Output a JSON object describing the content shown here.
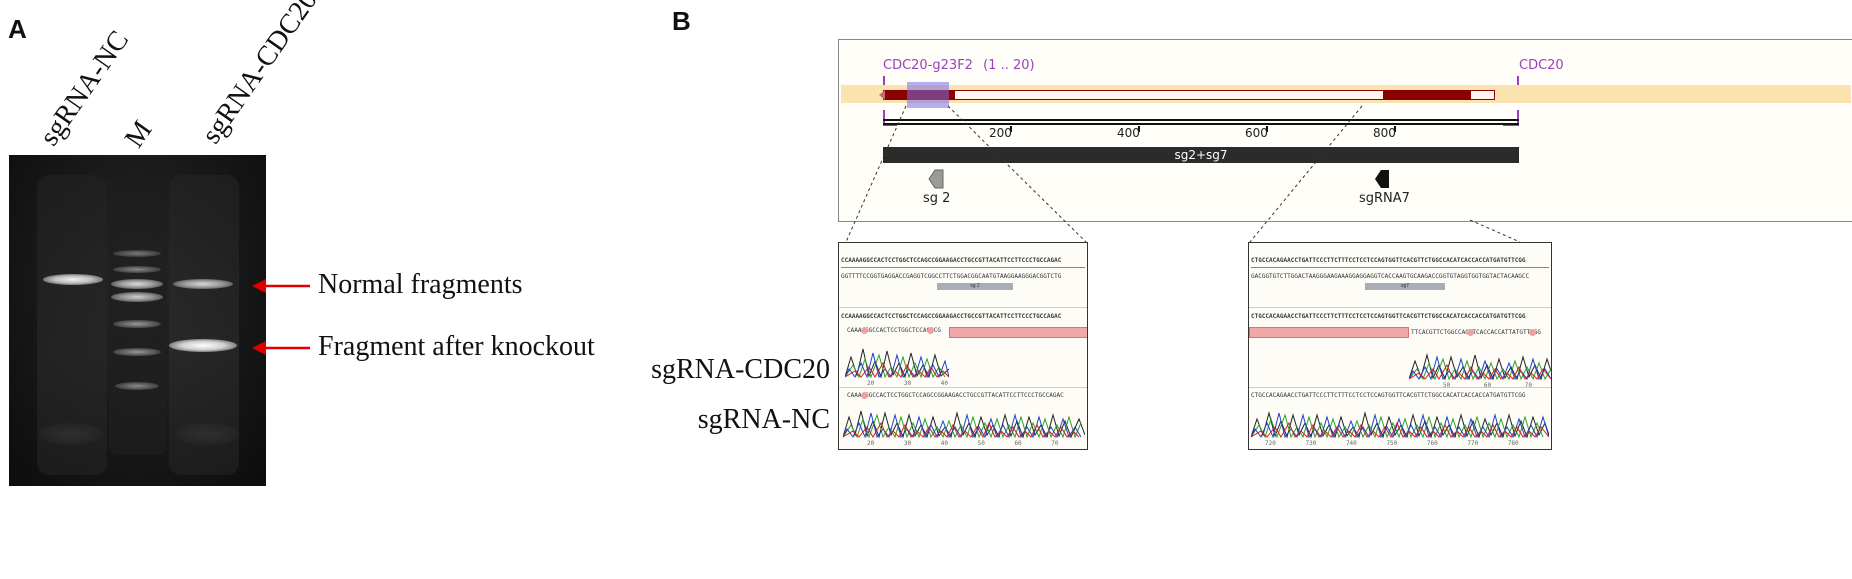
{
  "panels": {
    "a_label": "A",
    "b_label": "B"
  },
  "gel": {
    "lanes": [
      "sgRNA-NC",
      "M",
      "sgRNA-CDC20"
    ],
    "arrows": [
      {
        "label": "Normal fragments",
        "color": "#e00000"
      },
      {
        "label": "Fragment after knockout",
        "color": "#e00000"
      }
    ]
  },
  "map": {
    "feature_left": "CDC20-g23F2",
    "feature_range": "(1 .. 20)",
    "feature_right": "CDC20",
    "ticks": [
      "200",
      "400",
      "600",
      "800"
    ],
    "bar_label": "sg2+sg7",
    "guide_left": "sg 2",
    "guide_right": "sgRNA7",
    "feature_color": "#9b3fbf",
    "highlight_color": "#fbe3b0",
    "exon_color": "#8b0000"
  },
  "zoom_left": {
    "ref_seq": "CCAAAAGGCCACTCCTGGCTCCAGCCGGAAGACCTGCCGTTACATTCCTTCCCTGCCAGAC",
    "comp_seq": "GGTTTTCCGGTGAGGACCGAGGTCGGCCTTCTGGACGGCAATGTAAGGAAGGGACGGTCTG",
    "guide": "sg 2",
    "ko_seq": "CAAAAGGCCACTCCTGGCTCCAGCCG",
    "nc_seq": "CAAAAGGCCACTCCTGGCTCCAGCCGGAAGACCTGCCGTTACATTCCTTCCCTGCCAGAC",
    "ko_axis": [
      "20",
      "30",
      "40"
    ],
    "nc_axis": [
      "20",
      "30",
      "40",
      "50",
      "60",
      "70"
    ]
  },
  "zoom_right": {
    "ref_seq": "CTGCCACAGAACCTGATTCCCTTCTTTCCTCCTCCAGTGGTTCACGTTCTGGCCACATCACCACCATGATGTTCGG",
    "comp_seq": "GACGGTGTCTTGGACTAAGGGAAGAAAGGAGGAGGTCACCAAGTGCAAGACCGGTGTAGGTGGTGGTACTACAAGCC",
    "guide": "sg7",
    "ko_seq": "TTCACGTTCTGGCCACATCACCACCATTATGTTCGG",
    "nc_seq": "CTGCCACAGAACCTGATTCCCTTCTTTCCTCCTCCAGTGGTTCACGTTCTGGCCACATCACCACCATGATGTTCGG",
    "ko_axis": [
      "50",
      "60",
      "70"
    ],
    "nc_axis": [
      "720",
      "730",
      "740",
      "750",
      "760",
      "770",
      "780"
    ]
  },
  "rows": {
    "ko_label": "sgRNA-CDC20",
    "nc_label": "sgRNA-NC"
  }
}
